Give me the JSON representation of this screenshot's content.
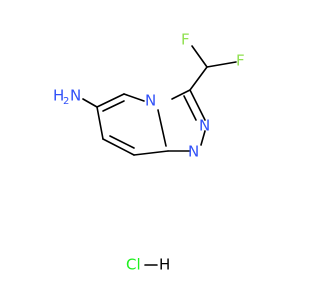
{
  "molecule": {
    "atoms": {
      "f_left": "F",
      "f_right": "F",
      "n_bridge": "N",
      "n_triazole_upper": "N",
      "n_triazole_lower": "N",
      "amine_h": "H",
      "amine_sub": "2",
      "amine_n": "N"
    },
    "salt": {
      "cl": "Cl",
      "h": "H"
    }
  },
  "colors": {
    "bond": "#000000",
    "nitrogen": "#3050F8",
    "fluorine": "#90E050",
    "chlorine": "#1FF01F",
    "hydrogen": "#000000"
  }
}
